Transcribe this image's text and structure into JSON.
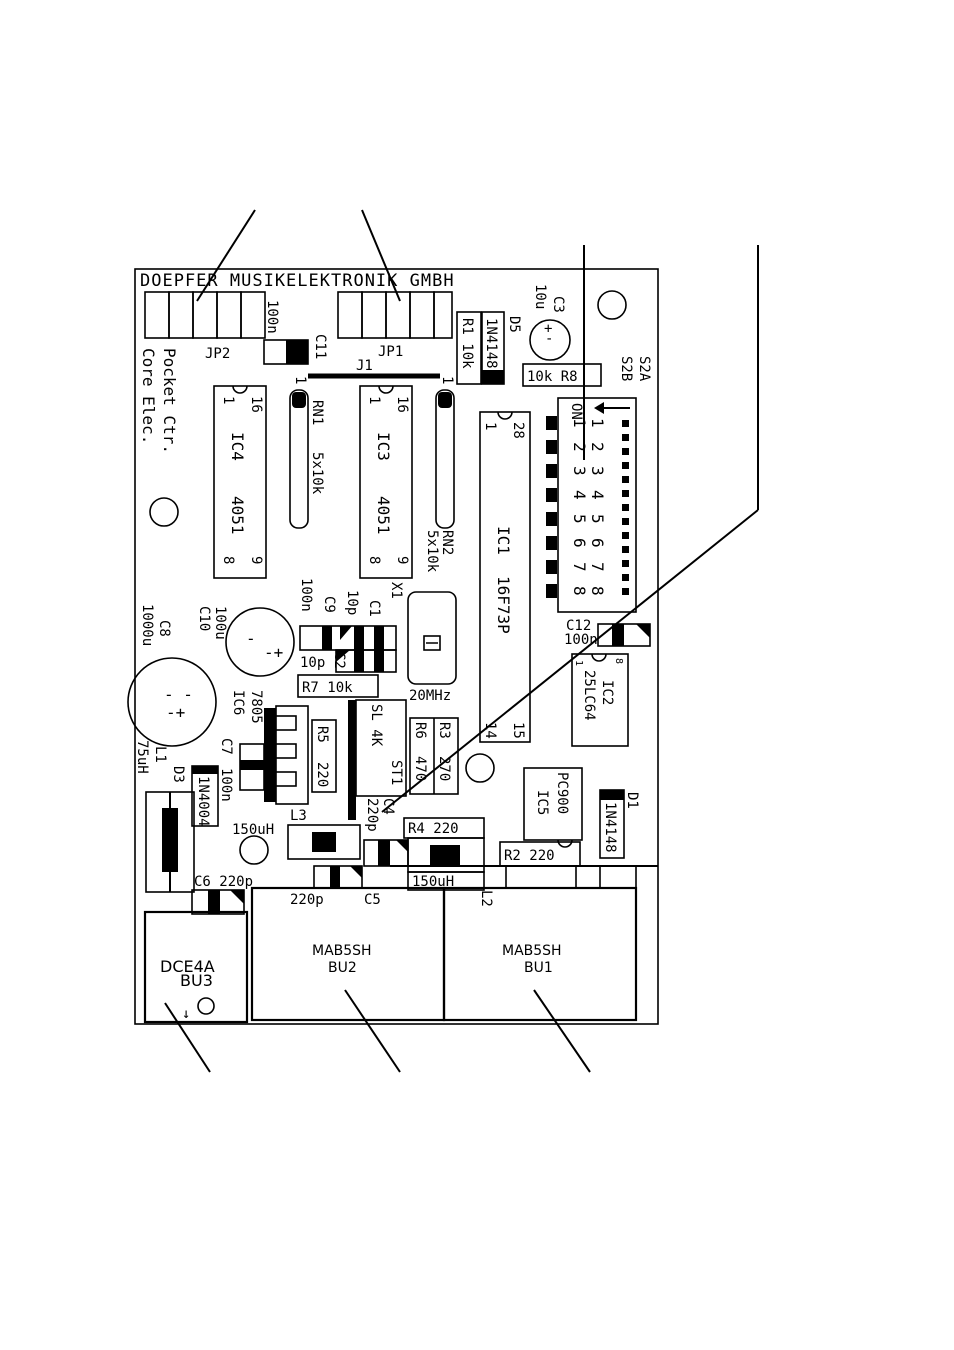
{
  "board": {
    "header": "DOEPFER MUSIKELEKTRONIK GMBH",
    "side_text": [
      "Pocket Ctr.",
      "Core Elec."
    ],
    "bottom_text": {
      "bu3": [
        "DCE4A",
        "BU3"
      ],
      "bu2": [
        "MAB5SH",
        "BU2"
      ],
      "bu1": [
        "MAB5SH",
        "BU1"
      ]
    }
  },
  "components": {
    "jp2": "JP2",
    "jp1": "JP1",
    "c11_value": "100n",
    "c11": "C11",
    "j1": "J1",
    "r1": "R1 10k",
    "d5": "D5",
    "d5_part": "1N4148",
    "c3": "C3",
    "c3_value": "10u",
    "r8": "10k R8",
    "s2a": "S2A",
    "s2b": "S2B",
    "on": "ON",
    "ic4": [
      "1",
      "16",
      "IC4",
      "4051",
      "8",
      "9"
    ],
    "rn1": [
      "1",
      "RN1",
      "5x10k"
    ],
    "ic3": [
      "1",
      "16",
      "IC3",
      "4051",
      "8",
      "9"
    ],
    "rn2": [
      "1",
      "RN2",
      "5x10k"
    ],
    "ic1": [
      "1",
      "28",
      "IC1",
      "16F73P",
      "14",
      "15"
    ],
    "switch_left": [
      "1",
      "2",
      "3",
      "4",
      "5",
      "6",
      "7",
      "8"
    ],
    "switch_right": [
      "1",
      "2",
      "3",
      "4",
      "5",
      "6",
      "7",
      "8"
    ],
    "c8": [
      "C8",
      "1000u"
    ],
    "c10": [
      "C10",
      "100u"
    ],
    "c9": [
      "C9",
      "100n"
    ],
    "c1": [
      "C1",
      "10p"
    ],
    "x1": "X1",
    "c2": [
      "10p",
      "C2"
    ],
    "r7": "R7 10k",
    "crystal": "20MHz",
    "c12": [
      "C12",
      "100n"
    ],
    "ic2": [
      "IC2",
      "25LC64",
      "8",
      "1"
    ],
    "ic6": [
      "7805",
      "IC6"
    ],
    "l1": [
      "L1",
      "75uH"
    ],
    "d3": [
      "D3",
      "1N4004"
    ],
    "c7": [
      "C7",
      "100n"
    ],
    "r5": [
      "R5",
      "220"
    ],
    "sl": [
      "SL 4K",
      "ST1"
    ],
    "r6": [
      "R6",
      "470"
    ],
    "r3": [
      "R3",
      "270"
    ],
    "l3": [
      "L3",
      "150uH"
    ],
    "c4": [
      "C4",
      "220p"
    ],
    "r4": "R4 220",
    "l2": [
      "150uH",
      "L2"
    ],
    "ic5": [
      "PC900",
      "IC5"
    ],
    "d1": [
      "D1",
      "1N4148"
    ],
    "r2": "R2 220",
    "c6": "C6 220p",
    "c5": [
      "220p",
      "C5"
    ]
  }
}
